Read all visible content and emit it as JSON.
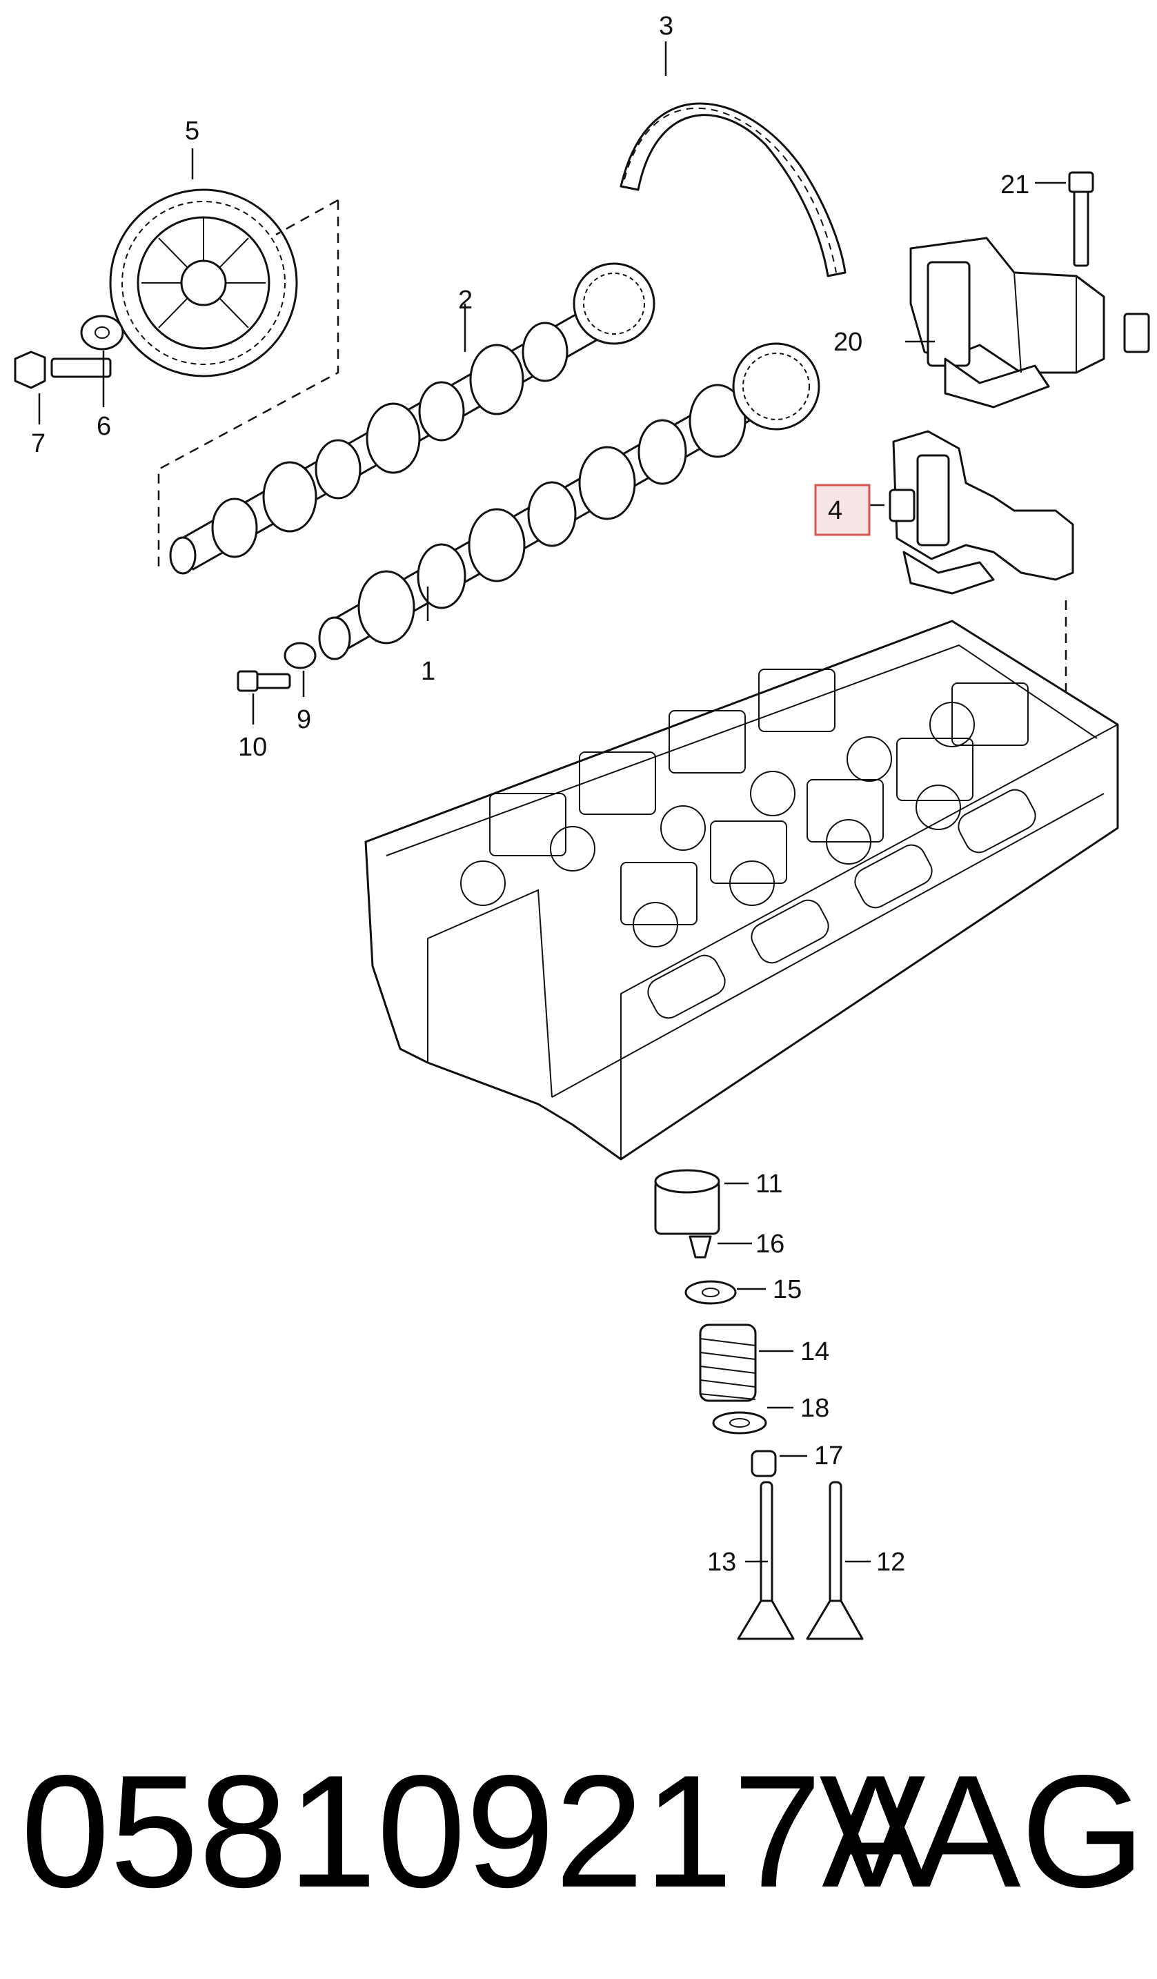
{
  "diagram": {
    "labels": {
      "p1": "1",
      "p2": "2",
      "p3": "3",
      "p4": "4",
      "p5": "5",
      "p6": "6",
      "p7": "7",
      "p9": "9",
      "p10": "10",
      "p11": "11",
      "p12": "12",
      "p13": "13",
      "p14": "14",
      "p15": "15",
      "p16": "16",
      "p17": "17",
      "p18": "18",
      "p20": "20",
      "p21": "21"
    },
    "highlighted_part": "4",
    "highlight_color": "#d9534f"
  },
  "footer": {
    "part_number": "058109217A",
    "brand": "VAG"
  }
}
